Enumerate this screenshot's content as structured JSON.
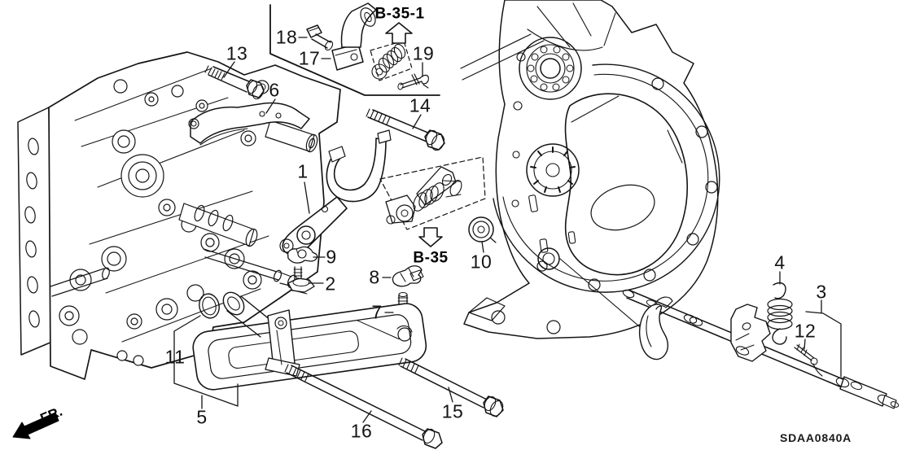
{
  "diagram": {
    "code": "SDAA0840A",
    "direction_label": "FR."
  },
  "references": {
    "top": "B-35-1",
    "middle": "B-35"
  },
  "callouts": [
    {
      "num": "1"
    },
    {
      "num": "2"
    },
    {
      "num": "3"
    },
    {
      "num": "4"
    },
    {
      "num": "5"
    },
    {
      "num": "6"
    },
    {
      "num": "7"
    },
    {
      "num": "8"
    },
    {
      "num": "9"
    },
    {
      "num": "10"
    },
    {
      "num": "11"
    },
    {
      "num": "12"
    },
    {
      "num": "13"
    },
    {
      "num": "14"
    },
    {
      "num": "15"
    },
    {
      "num": "16"
    },
    {
      "num": "17"
    },
    {
      "num": "18"
    },
    {
      "num": "19"
    }
  ]
}
